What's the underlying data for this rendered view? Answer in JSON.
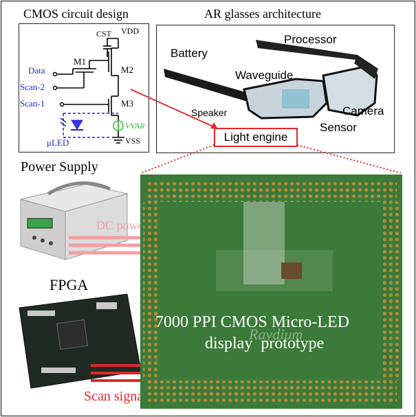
{
  "cmos": {
    "title": "CMOS circuit design",
    "labels": {
      "cst": "CST",
      "vdd": "VDD",
      "m1": "M1",
      "m2": "M2",
      "m3": "M3",
      "data": "Data",
      "scan2": "Scan-2",
      "scan1": "Scan-1",
      "vvar": "VVAR",
      "uled": "μLED",
      "vss": "VSS"
    }
  },
  "ar": {
    "title": "AR glasses architecture",
    "labels": {
      "battery": "Battery",
      "processor": "Processor",
      "waveguide": "Waveguide",
      "speaker": "Speaker",
      "camera": "Camera",
      "sensor": "Sensor"
    }
  },
  "light_engine": "Light engine",
  "power_supply": "Power Supply",
  "dc_power": "DC power",
  "fpga": "FPGA",
  "scan_signals": "Scan signals",
  "display": {
    "line1": "7000 PPI CMOS Micro-LED",
    "line2": "display  prototype",
    "watermark": "Raydium"
  },
  "colors": {
    "accent_red": "#e3252a",
    "pink": "#f4a0a6",
    "circuit_blue": "#1f1fd0",
    "vvar_green": "#4cc84c",
    "board_green": "#3b7a38"
  }
}
